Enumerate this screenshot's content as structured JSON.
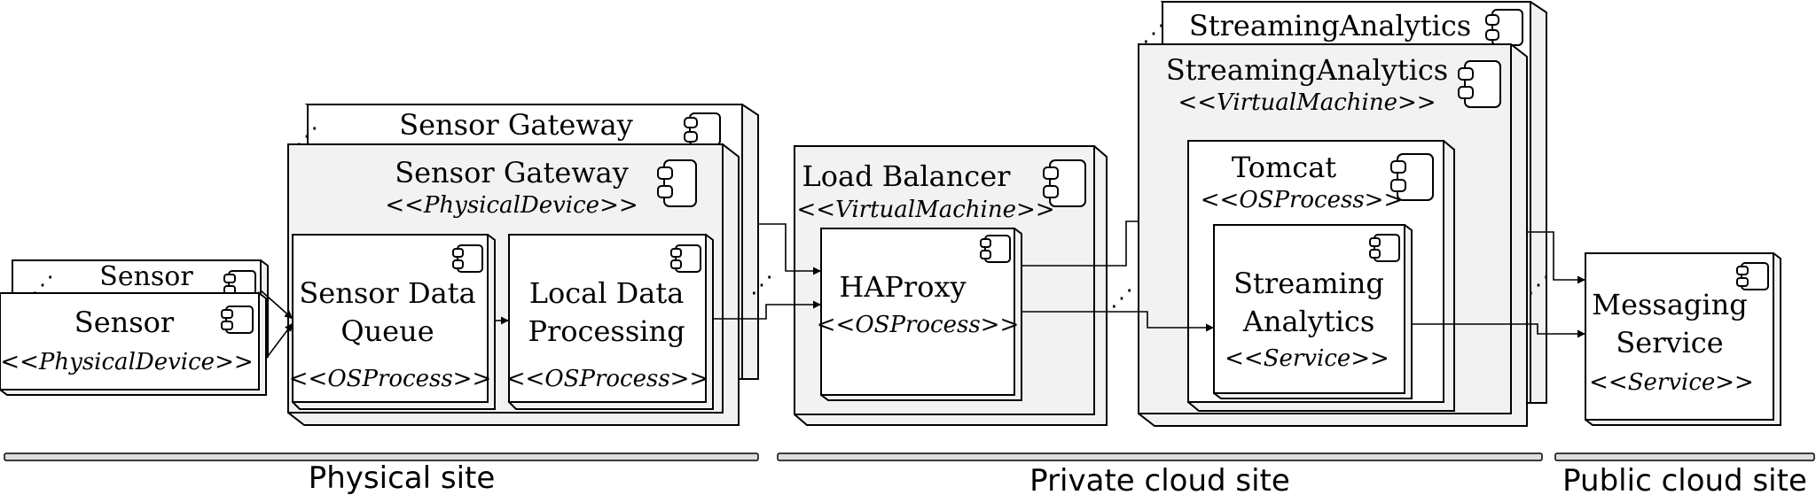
{
  "diagram": {
    "sensor_back": {
      "title": "Sensor"
    },
    "sensor": {
      "title": "Sensor",
      "stereotype": "<<PhysicalDevice>>"
    },
    "gateway_back": {
      "title": "Sensor Gateway"
    },
    "gateway": {
      "title": "Sensor Gateway",
      "stereotype": "<<PhysicalDevice>>"
    },
    "queue": {
      "line1": "Sensor Data",
      "line2": "Queue",
      "stereotype": "<<OSProcess>>"
    },
    "local_processing": {
      "line1": "Local Data",
      "line2": "Processing",
      "stereotype": "<<OSProcess>>"
    },
    "load_balancer": {
      "title": "Load Balancer",
      "stereotype": "<<VirtualMachine>>"
    },
    "haproxy": {
      "title": "HAProxy",
      "stereotype": "<<OSProcess>>"
    },
    "analytics_back": {
      "title": "StreamingAnalytics"
    },
    "analytics_vm": {
      "title": "StreamingAnalytics",
      "stereotype": "<<VirtualMachine>>"
    },
    "tomcat": {
      "title": "Tomcat",
      "stereotype": "<<OSProcess>>"
    },
    "streaming_service": {
      "line1": "Streaming",
      "line2": "Analytics",
      "stereotype": "<<Service>>"
    },
    "messaging": {
      "line1": "Messaging",
      "line2": "Service",
      "stereotype": "<<Service>>"
    }
  },
  "sites": [
    {
      "label": "Physical site"
    },
    {
      "label": "Private cloud site"
    },
    {
      "label": "Public cloud site"
    }
  ],
  "colors": {
    "node_fill": "#f2f2f2",
    "box_fill": "#ffffff",
    "stroke": "#000000",
    "site_bar": "#dddddd"
  }
}
